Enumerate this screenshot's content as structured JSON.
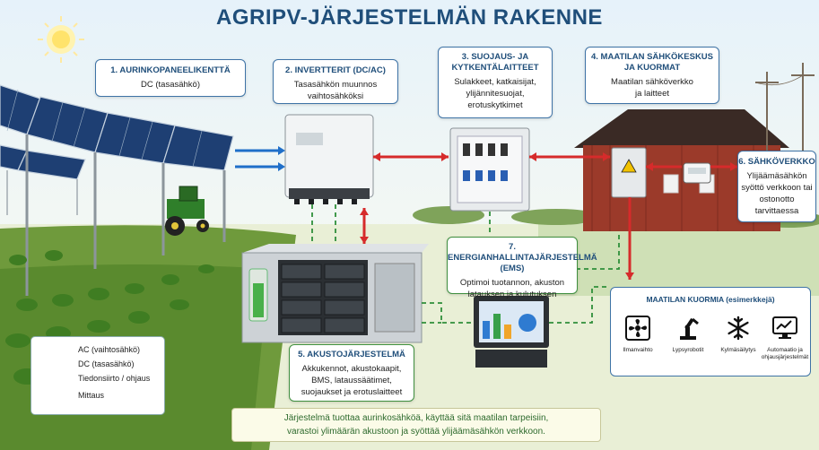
{
  "title": "AGRIPV-JÄRJESTELMÄN RAKENNE",
  "boxes": {
    "panels": {
      "title": "1. AURINKOPANEELIKENTTÄ",
      "desc": "DC (tasasähkö)"
    },
    "inverters": {
      "title": "2. INVERTTERIT (DC/AC)",
      "desc_1": "Tasasähkön muunnos",
      "desc_2": "vaihtosähköksi"
    },
    "protection": {
      "title_1": "3. SUOJAUS- JA",
      "title_2": "KYTKENTÄLAITTEET",
      "desc_1": "Sulakkeet, katkaisijat,",
      "desc_2": "ylijännitesuojat,",
      "desc_3": "erotuskytkimet"
    },
    "farm_center": {
      "title_1": "4. MAATILAN SÄHKÖKESKUS",
      "title_2": "JA KUORMAT",
      "desc_1": "Maatilan sähköverkko",
      "desc_2": "ja laitteet"
    },
    "grid": {
      "title": "6. SÄHKÖVERKKO",
      "desc_1": "Ylijäämäsähkön",
      "desc_2": "syöttö verkkoon tai",
      "desc_3": "ostonotto",
      "desc_4": "tarvittaessa"
    },
    "ems": {
      "title_1": "7. ENERGIANHALLINTAJÄRJESTELMÄ",
      "title_2": "(EMS)",
      "desc_1": "Optimoi tuotannon, akuston",
      "desc_2": "latauksen ja kulutuksen"
    },
    "battery": {
      "title": "5. AKUSTOJÄRJESTELMÄ",
      "desc_1": "Akkukennot, akustokaapit,",
      "desc_2": "BMS, lataussäätimet,",
      "desc_3": "suojaukset ja erotuslaitteet"
    }
  },
  "legend": {
    "ac": "AC (vaihtosähkö)",
    "dc": "DC (tasasähkö)",
    "data": "Tiedonsiirto / ohjaus",
    "meter": "Mittaus"
  },
  "loads": {
    "title": "MAATILAN KUORMIA (esimerkkejä)",
    "items": [
      {
        "label": "Ilmanvaihto",
        "icon": "fan-icon"
      },
      {
        "label": "Lypsyrobotit",
        "icon": "robot-arm-icon"
      },
      {
        "label": "Kylmäsäilytys",
        "icon": "snowflake-icon"
      },
      {
        "label_1": "Automaatio ja",
        "label_2": "ohjausjärjestelmät",
        "icon": "monitor-chart-icon"
      }
    ]
  },
  "summary": {
    "line_1": "Järjestelmä tuottaa aurinkosähköä, käyttää sitä maatilan tarpeisiin,",
    "line_2": "varastoi ylimäärän akustoon ja syöttää ylijäämäsähkön verkkoon."
  },
  "colors": {
    "ac": "#d62b2b",
    "dc": "#1f6fc9",
    "data": "#2f8f3a",
    "title": "#1f4e7a"
  }
}
